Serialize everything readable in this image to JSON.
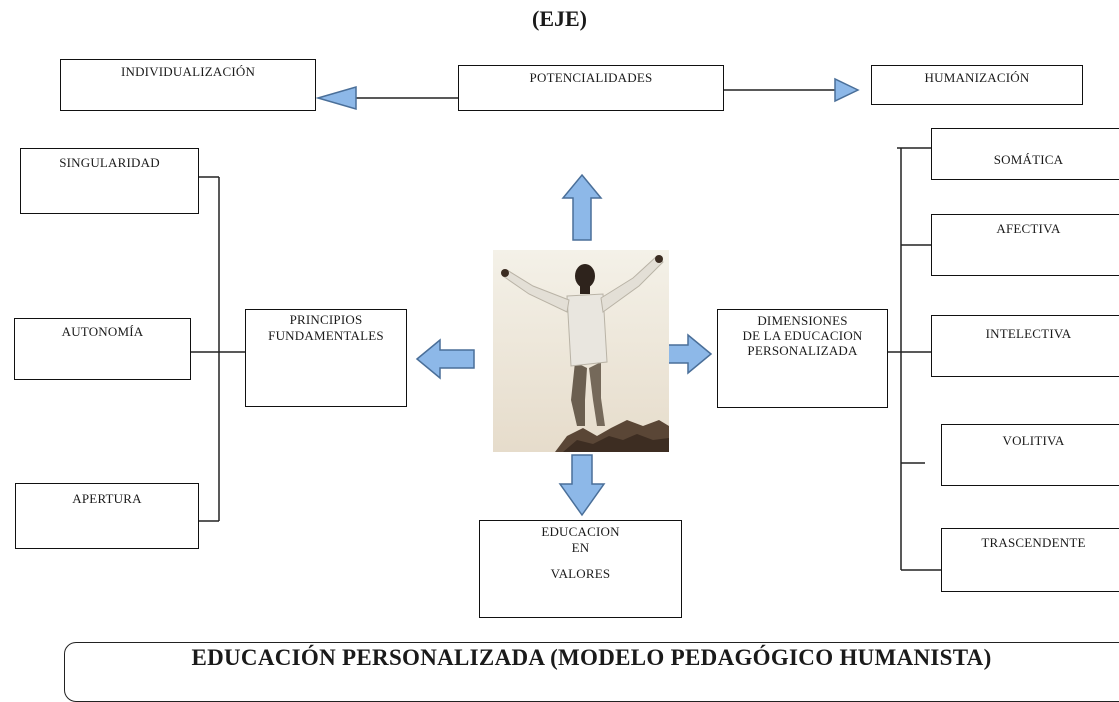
{
  "diagram": {
    "title": "(EJE)",
    "top_row": {
      "left": "INDIVIDUALIZACIÓN",
      "center": "POTENCIALIDADES",
      "right": "HUMANIZACIÓN"
    },
    "principles": {
      "label_line1": "PRINCIPIOS",
      "label_line2": "FUNDAMENTALES",
      "items": [
        "SINGULARIDAD",
        "AUTONOMÍA",
        "APERTURA"
      ]
    },
    "dimensions": {
      "label_line1": "DIMENSIONES",
      "label_line2": "DE LA EDUCACION",
      "label_line3": "PERSONALIZADA",
      "items": [
        "SOMÁTICA",
        "AFECTIVA",
        "INTELECTIVA",
        "VOLITIVA",
        "TRASCENDENTE"
      ]
    },
    "bottom": {
      "line1": "EDUCACION",
      "line2": "EN",
      "line3": "VALORES"
    },
    "footer": "EDUCACIÓN PERSONALIZADA (MODELO PEDAGÓGICO HUMANISTA)",
    "colors": {
      "arrow_fill": "#8db8e8",
      "arrow_stroke": "#4a6f99",
      "line": "#222222"
    }
  }
}
